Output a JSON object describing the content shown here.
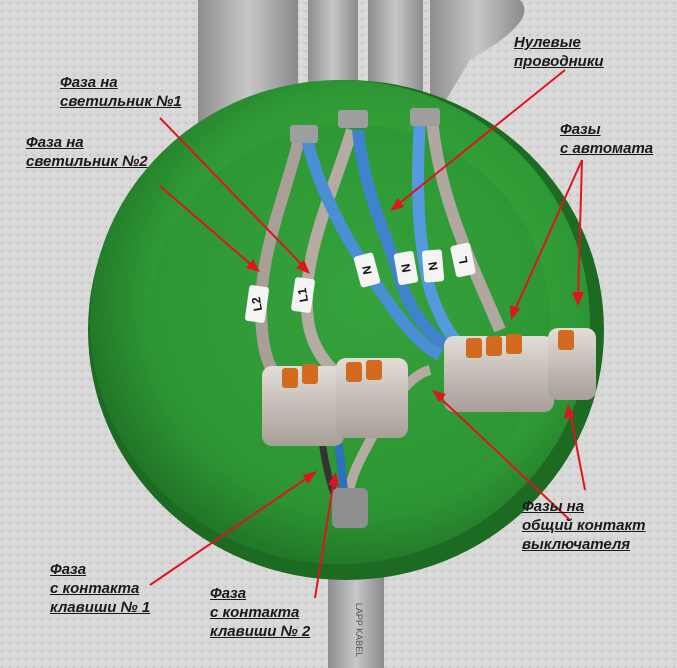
{
  "labels": {
    "phase_lamp1": {
      "line1": "Фаза на",
      "line2": "светильник №1"
    },
    "phase_lamp2": {
      "line1": "Фаза на",
      "line2": "светильник №2"
    },
    "neutral": {
      "line1": "Нулевые",
      "line2": "проводники"
    },
    "phases_breaker": {
      "line1": "Фазы",
      "line2": "с автомата"
    },
    "phases_switch_common": {
      "line1": "Фазы на",
      "line2": "общий контакт",
      "line3": "выключателя"
    },
    "phase_key1": {
      "line1": "Фаза",
      "line2": "с контакта",
      "line3": "клавиши № 1"
    },
    "phase_key2": {
      "line1": "Фаза",
      "line2": "с контакта",
      "line3": "клавиши № 2"
    }
  },
  "wire_tags": {
    "l2": "L2",
    "l1": "L1",
    "n1": "N",
    "n2": "N",
    "n3": "N",
    "l": "L"
  },
  "cable_marking": "LAPP KABEL",
  "colors": {
    "box_green": "#2f9a35",
    "wall": "#d6d6d6",
    "neutral_wire": "#4a8fd6",
    "phase_wire": "#a89f97",
    "connector": "#c9c2bc",
    "lever": "#d36b1f",
    "arrow": "#e0141c"
  }
}
